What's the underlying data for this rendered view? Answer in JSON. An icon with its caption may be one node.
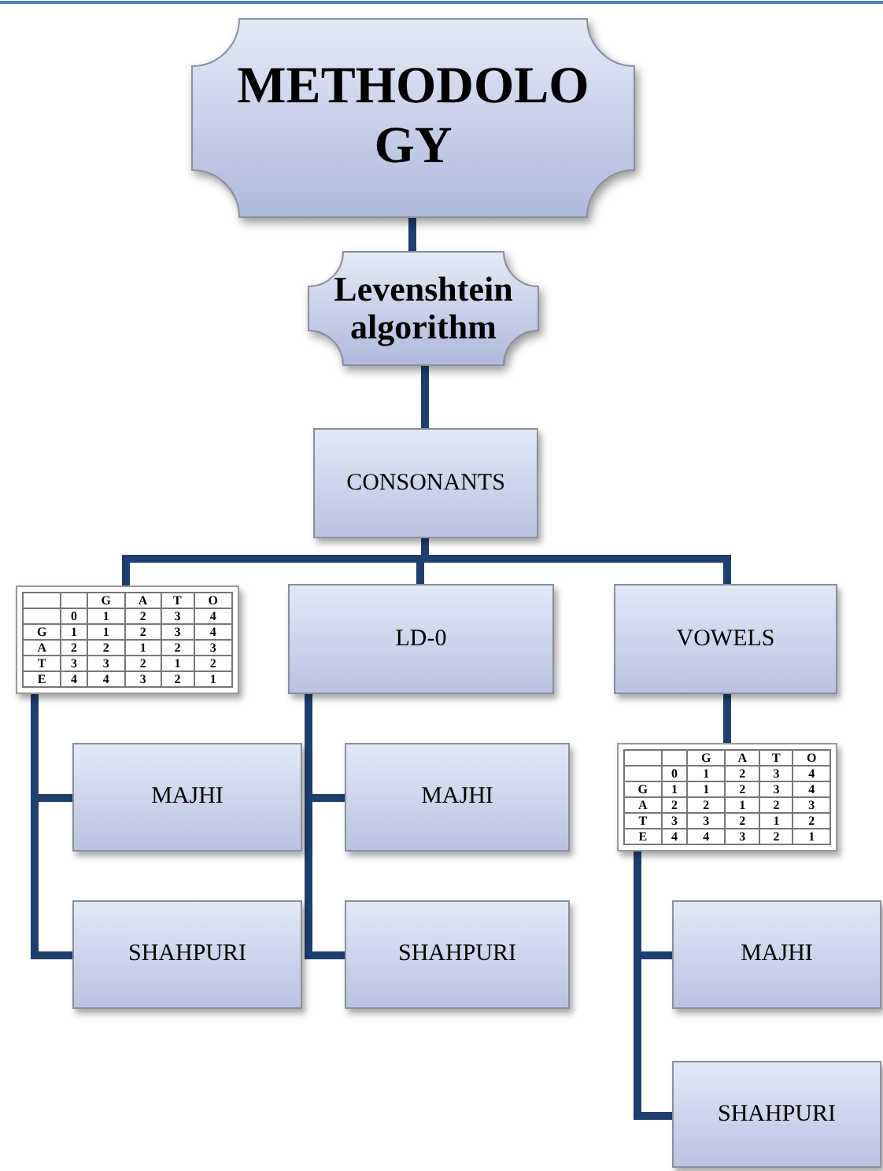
{
  "diagram": {
    "nodes": [
      {
        "text": [
          "METHODOLOGY"
        ]
      },
      {
        "text": [
          "Levenshtein algorithm"
        ]
      },
      {
        "text": [
          "CONSONANTS"
        ]
      },
      {
        "text": [
          "G",
          "A",
          "T",
          "O",
          "0",
          "1",
          "2",
          "3",
          "4",
          "G",
          "1",
          "1",
          "2",
          "3",
          "4",
          "A",
          "2",
          "2",
          "1",
          "2",
          "3",
          "T",
          "3",
          "3",
          "2",
          "1",
          "2",
          "E",
          "4",
          "4",
          "3",
          "2",
          "1"
        ]
      },
      {
        "text": [
          "LD-0"
        ]
      },
      {
        "text": [
          "VOWELS"
        ]
      },
      {
        "text": [
          "MAJHI"
        ]
      },
      {
        "text": [
          "SHAHPURI"
        ]
      },
      {
        "text": [
          "MAJHI"
        ]
      },
      {
        "text": [
          "SHAHPURI"
        ]
      },
      {
        "text": [
          "G",
          "A",
          "T",
          "O",
          "0",
          "1",
          "2",
          "3",
          "4",
          "G",
          "1",
          "1",
          "2",
          "3",
          "4",
          "A",
          "2",
          "2",
          "1",
          "2",
          "3",
          "T",
          "3",
          "3",
          "2",
          "1",
          "2",
          "E",
          "4",
          "4",
          "3",
          "2",
          "1"
        ]
      },
      {
        "text": [
          "MAJHI"
        ]
      },
      {
        "text": [
          "SHAHPURI"
        ]
      }
    ],
    "edges": [
      {
        "from": 0,
        "to": 1,
        "arrow": "none"
      },
      {
        "from": 1,
        "to": 2,
        "arrow": "none"
      },
      {
        "from": 2,
        "to": 3,
        "arrow": "none"
      },
      {
        "from": 2,
        "to": 4,
        "arrow": "none"
      },
      {
        "from": 2,
        "to": 5,
        "arrow": "none"
      },
      {
        "from": 3,
        "to": 6,
        "arrow": "none"
      },
      {
        "from": 3,
        "to": 7,
        "arrow": "none"
      },
      {
        "from": 4,
        "to": 8,
        "arrow": "none"
      },
      {
        "from": 4,
        "to": 9,
        "arrow": "none"
      },
      {
        "from": 5,
        "to": 10,
        "arrow": "none"
      },
      {
        "from": 10,
        "to": 11,
        "arrow": "none"
      },
      {
        "from": 10,
        "to": 12,
        "arrow": "none"
      }
    ]
  }
}
